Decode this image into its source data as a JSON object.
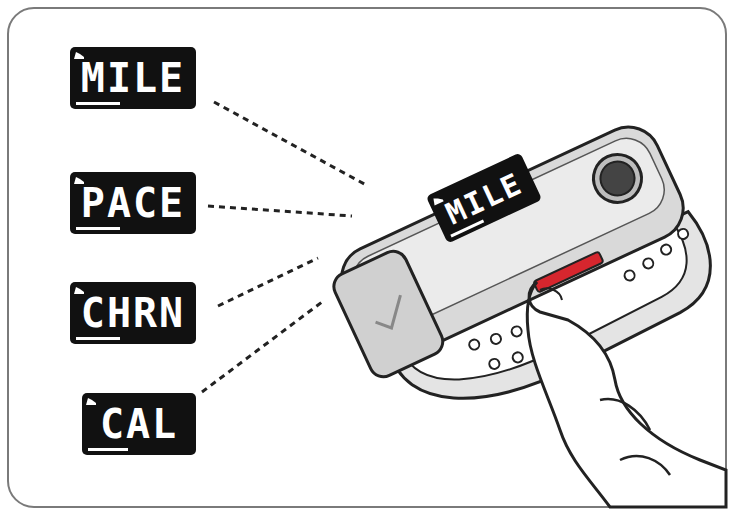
{
  "diagram": {
    "nodes": [
      {
        "text": [
          "MILE"
        ]
      },
      {
        "text": [
          "PACE"
        ]
      },
      {
        "text": [
          "CHRN"
        ]
      },
      {
        "text": [
          "CAL"
        ]
      },
      {
        "text": [
          "MILE"
        ]
      }
    ]
  }
}
